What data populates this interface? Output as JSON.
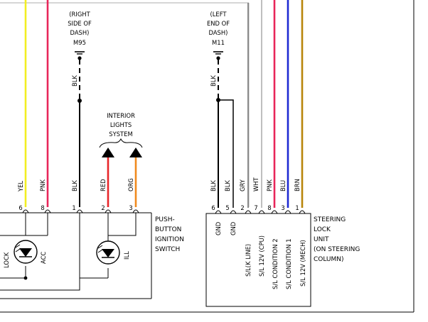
{
  "wire_colors": {
    "YEL": "#f2ee22",
    "PNK": "#e8265a",
    "BLK": "#000000",
    "RED": "#e8262a",
    "ORG": "#f08a1e",
    "GRY": "#8a8a8a",
    "WHT": "#bfbfbf",
    "BLU": "#1e2ad2",
    "BRN": "#b8860b"
  },
  "grounds": [
    {
      "lines": [
        "(RIGHT",
        "SIDE OF",
        "DASH)",
        "M95"
      ]
    },
    {
      "lines": [
        "(LEFT",
        "END OF",
        "DASH)",
        "M11"
      ]
    }
  ],
  "ground_wire_label": "BLK",
  "interior_lights": {
    "lines": [
      "INTERIOR",
      "LIGHTS",
      "SYSTEM"
    ]
  },
  "ignition_switch": {
    "name_lines": [
      "PUSH-",
      "BUTTON",
      "IGNITION",
      "SWITCH"
    ],
    "internal_labels": [
      "LOCK",
      "ACC",
      "ILL"
    ],
    "pins": [
      {
        "num": "6",
        "color": "YEL"
      },
      {
        "num": "8",
        "color": "PNK"
      },
      {
        "num": "1",
        "color": "BLK"
      },
      {
        "num": "2",
        "color": "RED"
      },
      {
        "num": "3",
        "color": "ORG"
      }
    ]
  },
  "steering_lock": {
    "name_lines": [
      "STEERING",
      "LOCK",
      "UNIT",
      "(ON STEERING",
      "COLUMN)"
    ],
    "pins": [
      {
        "num": "6",
        "color": "BLK",
        "function": "GND"
      },
      {
        "num": "5",
        "color": "BLK",
        "function": "GND"
      },
      {
        "num": "2",
        "color": "GRY",
        "function": "S/L(K LINE)"
      },
      {
        "num": "7",
        "color": "WHT",
        "function": "S/L 12V (CPU)"
      },
      {
        "num": "8",
        "color": "PNK",
        "function": "S/L CONDITION 2"
      },
      {
        "num": "3",
        "color": "BLU",
        "function": "S/L CONDITION 1"
      },
      {
        "num": "1",
        "color": "BRN",
        "function": "S/L 12V (MECH)"
      }
    ]
  }
}
